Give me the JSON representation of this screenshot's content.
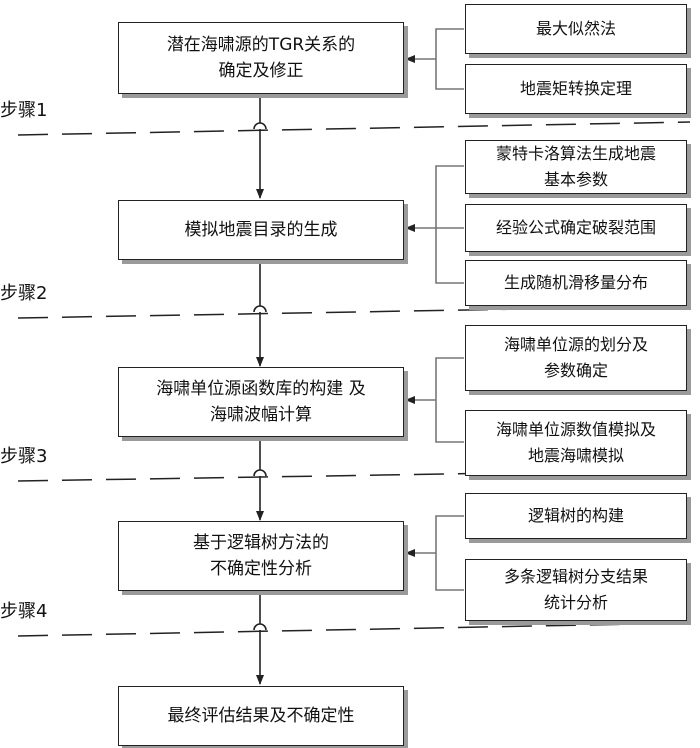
{
  "main_steps": [
    "潜在海啸源的TGR关系的\n确定及修正",
    "模拟地震目录的生成",
    "海啸单位源函数库的构建 及\n海啸波幅计算",
    "基于逻辑树方法的\n不确定性分析",
    "最终评估结果及不确定性"
  ],
  "sub_steps": [
    [
      "最大似然法",
      "地震矩转换定理"
    ],
    [
      "蒙特卡洛算法生成地震\n基本参数",
      "经验公式确定破裂范围",
      "生成随机滑移量分布"
    ],
    [
      "海啸单位源的划分及\n参数确定",
      "海啸单位源数值模拟及\n地震海啸模拟"
    ],
    [
      "逻辑树的构建",
      "多条逻辑树分支结果\n统计分析"
    ]
  ],
  "step_labels": [
    "步骤1",
    "步骤2",
    "步骤3",
    "步骤4"
  ]
}
